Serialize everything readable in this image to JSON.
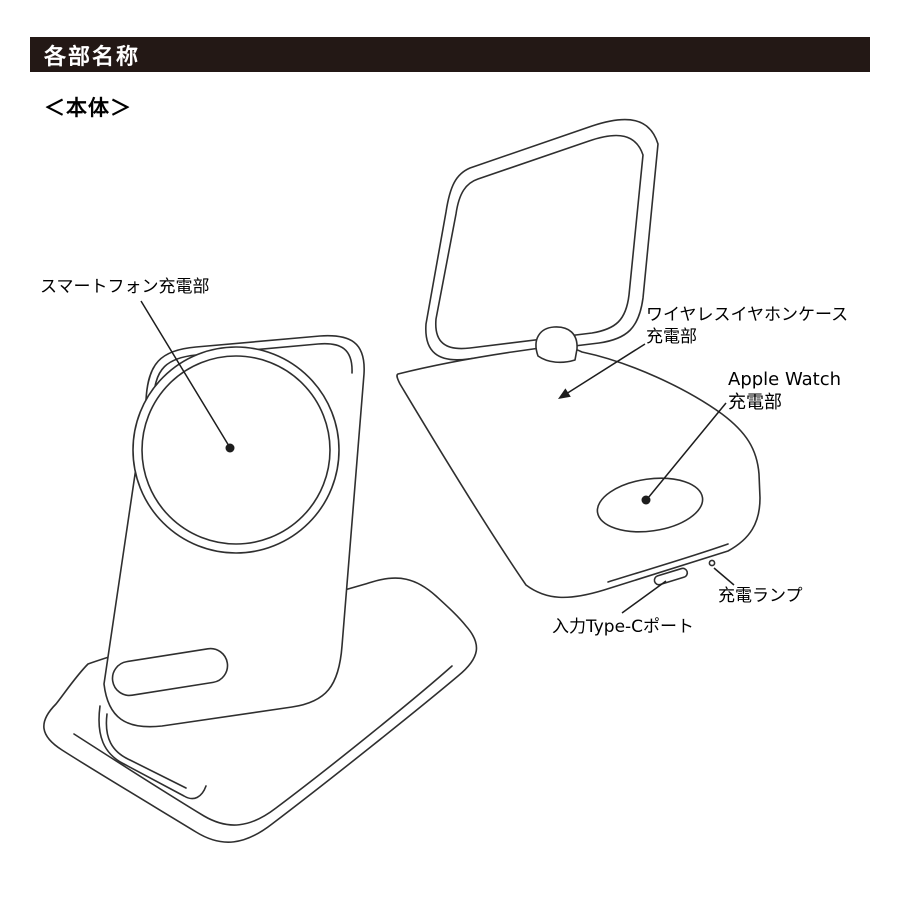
{
  "header": {
    "title": "各部名称",
    "bg_color": "#231815",
    "text_color": "#ffffff"
  },
  "section": {
    "title": "＜本体＞"
  },
  "callouts": {
    "smartphone": {
      "text": "スマートフォン充電部"
    },
    "earphone": {
      "line1": "ワイヤレスイヤホンケース",
      "line2": "充電部"
    },
    "apple_watch": {
      "line1": "Apple Watch",
      "line2": "充電部"
    },
    "charge_lamp": {
      "text": "充電ランプ"
    },
    "type_c_port": {
      "text": "入力Type-Cポート"
    }
  },
  "diagram": {
    "line_color": "#2f2f2f",
    "leader_color": "#1d1d1d"
  }
}
